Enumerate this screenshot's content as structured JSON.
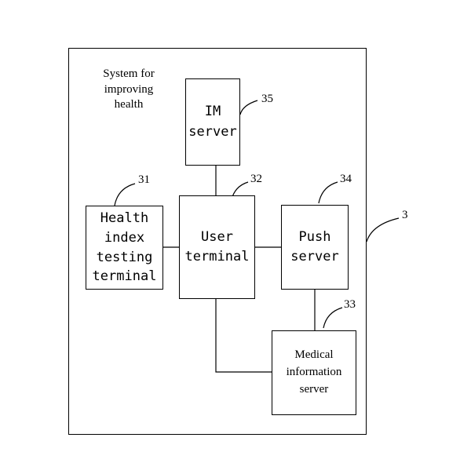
{
  "diagram": {
    "system_label": "System for\nimproving\nhealth",
    "system_ref": "3",
    "boxes": {
      "im_server": {
        "label": "IM\nserver",
        "ref": "35"
      },
      "health_index": {
        "label": "Health\nindex\ntesting\nterminal",
        "ref": "31"
      },
      "user_terminal": {
        "label": "User\nterminal",
        "ref": "32"
      },
      "push_server": {
        "label": "Push\nserver",
        "ref": "34"
      },
      "medical_info": {
        "label": "Medical\ninformation\nserver",
        "ref": "33"
      }
    }
  }
}
